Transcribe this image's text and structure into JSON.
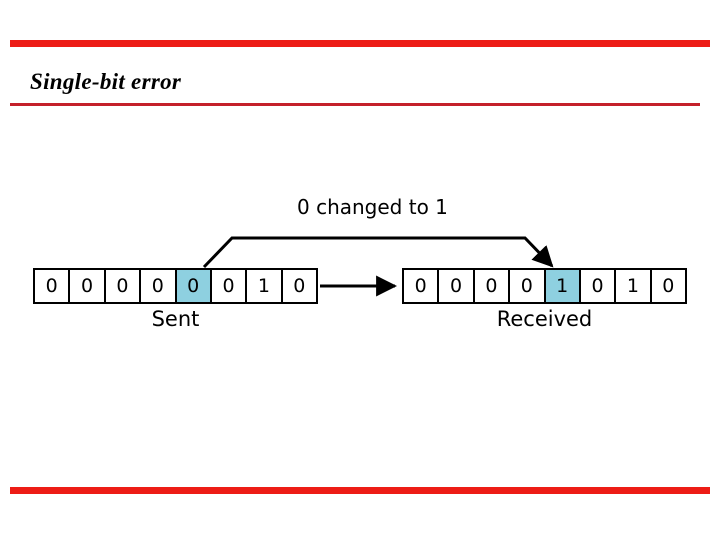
{
  "slide": {
    "title": "Single-bit error",
    "accent_color": "#ed1c16",
    "title_rule_color": "#c4202a",
    "background_color": "#ffffff"
  },
  "figure": {
    "annotation": "0 changed to 1",
    "highlight_color": "#8ed0e0",
    "stroke_color": "#000000",
    "transmission_arrow": "sent-to-received-arrow",
    "bit_change_arrow": "bit-flip-arrow",
    "frames": [
      {
        "id": "sent",
        "label": "Sent",
        "bits": [
          "0",
          "0",
          "0",
          "0",
          "0",
          "0",
          "1",
          "0"
        ],
        "highlight_index": 4
      },
      {
        "id": "received",
        "label": "Received",
        "bits": [
          "0",
          "0",
          "0",
          "0",
          "1",
          "0",
          "1",
          "0"
        ],
        "highlight_index": 4
      }
    ]
  }
}
